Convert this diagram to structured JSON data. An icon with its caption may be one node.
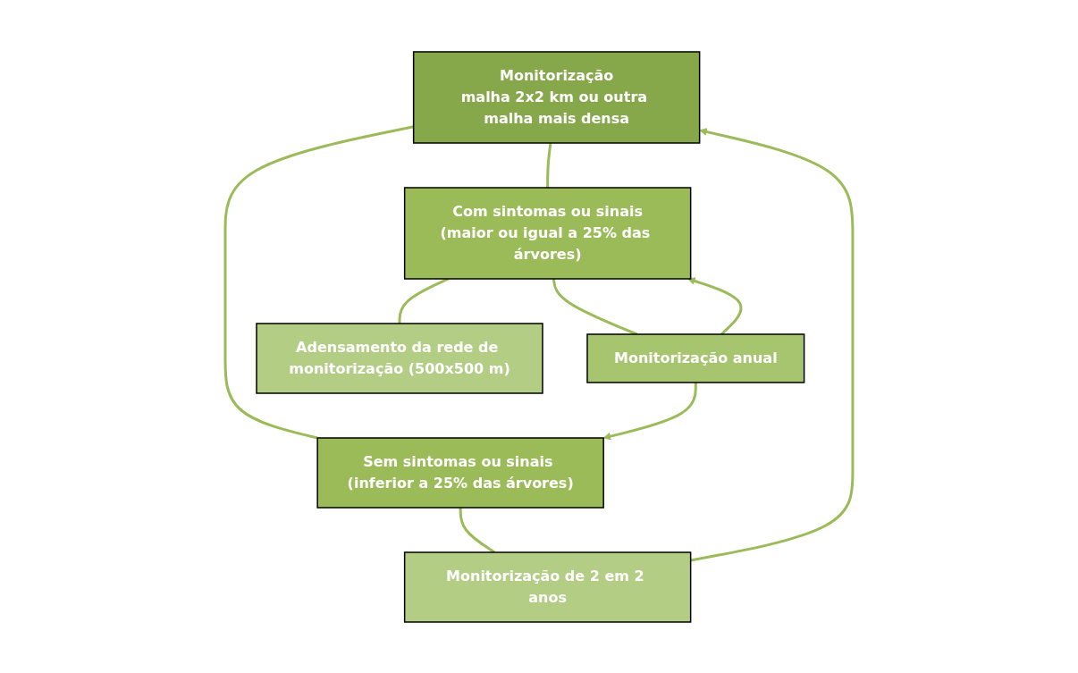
{
  "diagram": {
    "nodes": [
      {
        "text": [
          "Monitorização",
          "malha 2x2 km ou outra malha mais densa"
        ]
      },
      {
        "text": [
          "Sem sintomas ou sinais (inferior a 25% das árvores)"
        ]
      },
      {
        "text": [
          "Com sintomas ou sinais",
          "(maior ou igual a 25% das árvores)"
        ]
      },
      {
        "text": [
          "Monitorização de 2 em 2 anos"
        ]
      },
      {
        "text": [
          "Adensamento da rede de monitorização (500x500 m)"
        ]
      },
      {
        "text": [
          "Monitorização anual"
        ]
      }
    ],
    "edges": [
      {
        "from": 0,
        "to": 1,
        "arrow": "none"
      },
      {
        "from": 0,
        "to": 2,
        "arrow": "none"
      },
      {
        "from": 1,
        "to": 3,
        "arrow": "none"
      },
      {
        "from": 3,
        "to": 0,
        "arrow": "to"
      },
      {
        "from": 2,
        "to": 4,
        "arrow": "none"
      },
      {
        "from": 2,
        "to": 5,
        "arrow": "none"
      },
      {
        "from": 5,
        "to": 1,
        "arrow": "to"
      },
      {
        "from": 5,
        "to": 2,
        "arrow": "to"
      }
    ]
  }
}
